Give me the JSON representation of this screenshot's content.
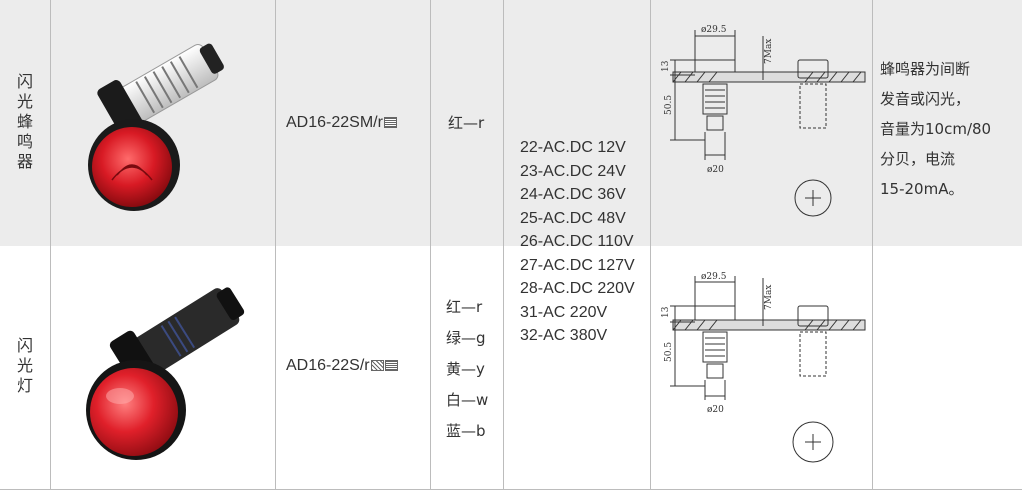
{
  "rows": [
    {
      "name": "闪光蜂鸣器",
      "model": "AD16-22SM/r",
      "colors": [
        "红—r"
      ],
      "description": "蜂鸣器为间断发音或闪光，音量为10cm/80分贝，电流15-20mA。",
      "dims": {
        "top_dia": "ø29.5",
        "max": "7Max",
        "h1": "13",
        "h2": "50.5",
        "bottom_dia": "ø20"
      }
    },
    {
      "name": "闪光灯",
      "model": "AD16-22S/r",
      "colors": [
        "红—r",
        "绿—g",
        "黄—y",
        "白—w",
        "蓝—b"
      ],
      "dims": {
        "top_dia": "ø29.5",
        "max": "7Max",
        "h1": "13",
        "h2": "50.5",
        "bottom_dia": "ø20"
      }
    }
  ],
  "voltages": [
    "22-AC.DC 12V",
    "23-AC.DC 24V",
    "24-AC.DC 36V",
    "25-AC.DC 48V",
    "26-AC.DC 110V",
    "27-AC.DC 127V",
    "28-AC.DC 220V",
    "31-AC 220V",
    "32-AC 380V"
  ],
  "desc_lines": [
    "蜂鸣器为间断",
    "发音或闪光，",
    "音量为10cm/80",
    "分贝，电流",
    "15-20mA。"
  ],
  "colors_theme": {
    "lamp_red": "#d81a24",
    "row_shade": "#ececec",
    "grid": "#bcbcbc"
  }
}
